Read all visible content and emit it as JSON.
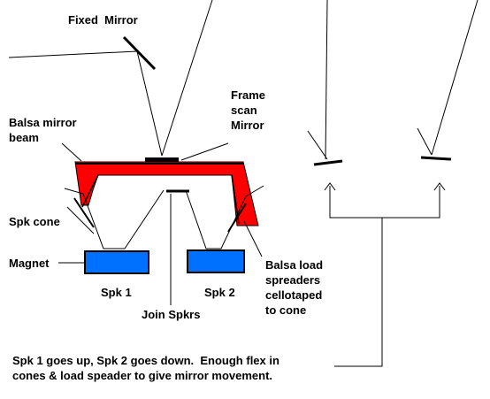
{
  "labels": {
    "fixed_mirror": "Fixed  Mirror",
    "frame_scan_mirror": "Frame\nscan\nMirror",
    "balsa_mirror_beam": "Balsa mirror\nbeam",
    "spk_cone": "Spk cone",
    "magnet": "Magnet",
    "spk1": "Spk 1",
    "spk2": "Spk 2",
    "join_spkrs": "Join Spkrs",
    "balsa_load_spreaders": "Balsa load\nspreaders\ncellotaped\nto cone",
    "caption": "Spk 1 goes up, Spk 2 goes down.  Enough flex in\ncones & load speader to give mirror movement."
  },
  "colors": {
    "beam_red": "#ff0000",
    "magnet_blue": "#0070ff",
    "line_black": "#000000",
    "background": "#ffffff"
  }
}
